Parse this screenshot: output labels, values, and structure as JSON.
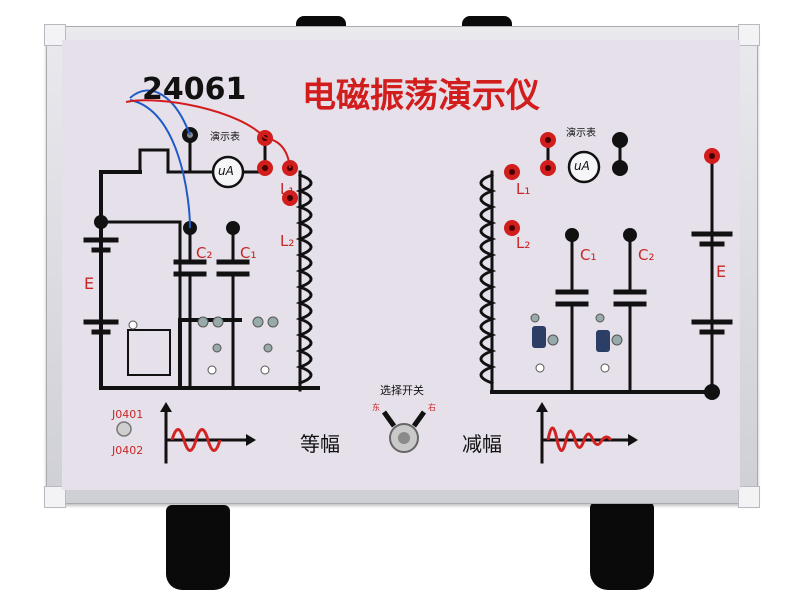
{
  "model_number": "24061",
  "title": "电磁振荡演示仪",
  "meter_label": "演示表",
  "meter_unit": "uA",
  "left_circuit": {
    "inductor1": "L₁",
    "inductor2": "L₂",
    "cap1": "C₁",
    "cap2": "C₂",
    "battery": "E"
  },
  "right_circuit": {
    "inductor1": "L₁",
    "inductor2": "L₂",
    "cap1": "C₁",
    "cap2": "C₂",
    "battery": "E"
  },
  "switch": {
    "label": "选择开关",
    "left_mark": "东",
    "right_mark": "右"
  },
  "mode_left": "等幅",
  "mode_right": "减幅",
  "codes": [
    "J0401",
    "J0402"
  ],
  "colors": {
    "title": "#d21d1d",
    "label_red": "#c62828",
    "line": "#111111",
    "board": "#e6e0ea",
    "wave": "#d22222"
  }
}
